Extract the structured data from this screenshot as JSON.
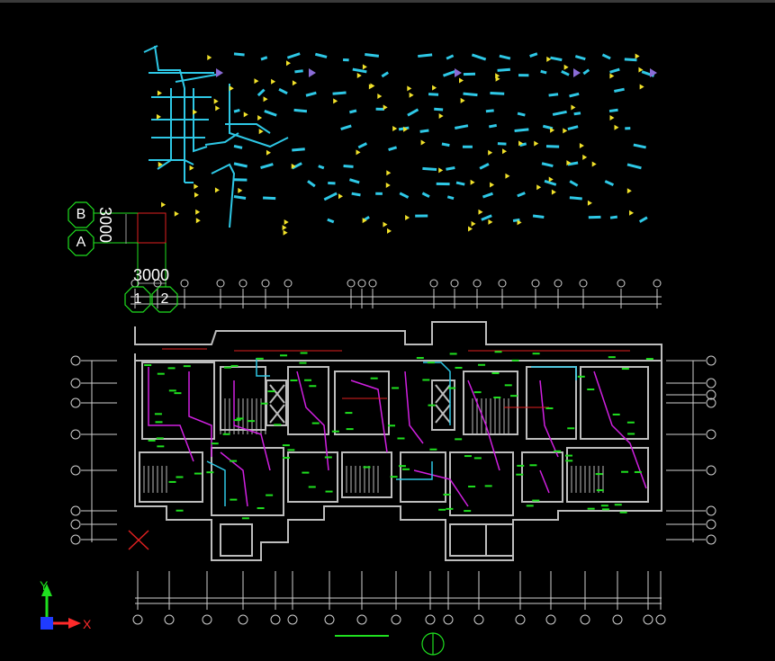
{
  "grid": {
    "row_b": "B",
    "row_a": "A",
    "col_1": "1",
    "col_2": "2",
    "dim_vertical": "3000",
    "dim_horizontal": "3000"
  },
  "ucs": {
    "x_label": "X",
    "y_label": "Y"
  },
  "colors": {
    "background": "#000000",
    "cyan": "#2ec8e6",
    "yellow": "#f2e22a",
    "magenta": "#d020e0",
    "red": "#e02020",
    "green": "#1fe01f",
    "white": "#ffffff",
    "gray": "#9a9a9a"
  },
  "icons": [
    "ucs-axis-icon",
    "red-x-marker-icon",
    "north-arrow-icon"
  ]
}
